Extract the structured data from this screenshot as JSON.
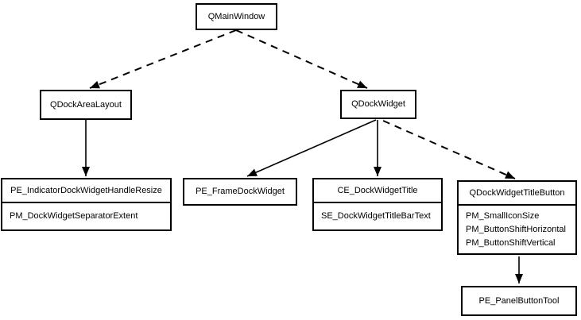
{
  "colors": {
    "line": "#000000",
    "background": "#ffffff",
    "text": "#000000"
  },
  "nodes": {
    "qmainwindow": {
      "title": "QMainWindow"
    },
    "qdockarealayout": {
      "title": "QDockAreaLayout"
    },
    "qdockwidget": {
      "title": "QDockWidget"
    },
    "dockhandle": {
      "title": "PE_IndicatorDockWidgetHandleResize",
      "items": [
        "PM_DockWidgetSeparatorExtent"
      ]
    },
    "framedock": {
      "title": "PE_FrameDockWidget"
    },
    "docktitle": {
      "title": "CE_DockWidgetTitle",
      "items": [
        "SE_DockWidgetTitleBarText"
      ]
    },
    "titlebutton": {
      "title": "QDockWidgetTitleButton",
      "items": [
        "PM_SmallIconSize",
        "PM_ButtonShiftHorizontal",
        "PM_ButtonShiftVertical"
      ]
    },
    "panelbutton": {
      "title": "PE_PanelButtonTool"
    }
  },
  "edges": [
    {
      "from": "QMainWindow",
      "to": "QDockAreaLayout",
      "style": "dashed"
    },
    {
      "from": "QMainWindow",
      "to": "QDockWidget",
      "style": "dashed"
    },
    {
      "from": "QDockAreaLayout",
      "to": "PE_IndicatorDockWidgetHandleResize",
      "style": "solid"
    },
    {
      "from": "QDockWidget",
      "to": "PE_FrameDockWidget",
      "style": "solid"
    },
    {
      "from": "QDockWidget",
      "to": "CE_DockWidgetTitle",
      "style": "solid"
    },
    {
      "from": "QDockWidget",
      "to": "QDockWidgetTitleButton",
      "style": "dashed"
    },
    {
      "from": "QDockWidgetTitleButton",
      "to": "PE_PanelButtonTool",
      "style": "solid"
    }
  ]
}
